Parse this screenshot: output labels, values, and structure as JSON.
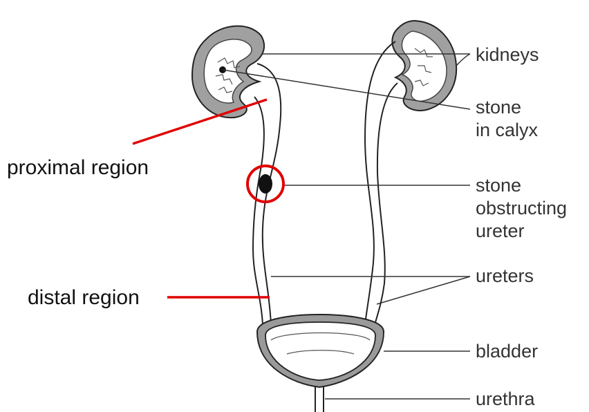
{
  "labels": {
    "kidneys": "kidneys",
    "stone_calyx_line1": "stone",
    "stone_calyx_line2": "in calyx",
    "stone_obstruct_line1": "stone",
    "stone_obstruct_line2": "obstructing",
    "stone_obstruct_line3": "ureter",
    "ureters": "ureters",
    "bladder": "bladder",
    "urethra": "urethra"
  },
  "annotations": {
    "proximal": "proximal region",
    "distal": "distal region"
  },
  "colors": {
    "annotation": "#e00000",
    "organ_shade": "#9a9a9a",
    "outline": "#222222"
  }
}
